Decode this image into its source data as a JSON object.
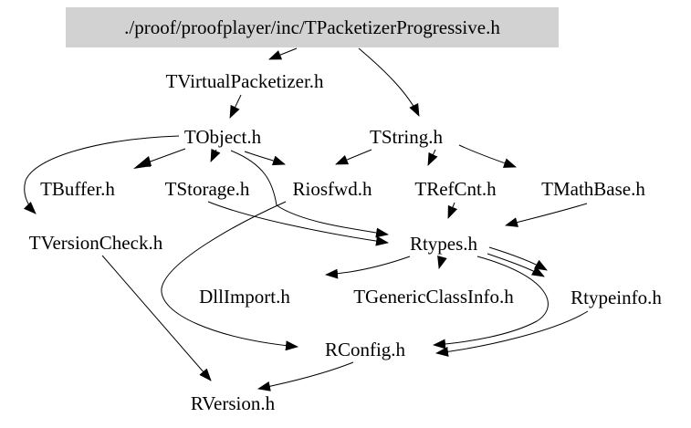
{
  "diagram": {
    "type": "include-dependency-graph",
    "background_color": "#ffffff",
    "edge_color": "#000000",
    "text_color": "#000000",
    "root_node": {
      "label": "./proof/proofplayer/inc/TPacketizerProgressive.h",
      "fill": "#d2d2d2"
    },
    "nodes": [
      {
        "id": "tvirtualpacketizer",
        "label": "TVirtualPacketizer.h"
      },
      {
        "id": "tobject",
        "label": "TObject.h"
      },
      {
        "id": "tstring",
        "label": "TString.h"
      },
      {
        "id": "tbuffer",
        "label": "TBuffer.h"
      },
      {
        "id": "tstorage",
        "label": "TStorage.h"
      },
      {
        "id": "riosfwd",
        "label": "Riosfwd.h"
      },
      {
        "id": "trefcnt",
        "label": "TRefCnt.h"
      },
      {
        "id": "tmathbase",
        "label": "TMathBase.h"
      },
      {
        "id": "tversioncheck",
        "label": "TVersionCheck.h"
      },
      {
        "id": "rtypes",
        "label": "Rtypes.h"
      },
      {
        "id": "dllimport",
        "label": "DllImport.h"
      },
      {
        "id": "tgenericclassinfo",
        "label": "TGenericClassInfo.h"
      },
      {
        "id": "rtypeinfo",
        "label": "Rtypeinfo.h"
      },
      {
        "id": "rconfig",
        "label": "RConfig.h"
      },
      {
        "id": "rversion",
        "label": "RVersion.h"
      }
    ],
    "edges": [
      {
        "id": "e1",
        "from": "./proof/proofplayer/inc/TPacketizerProgressive.h",
        "to": "TVirtualPacketizer.h"
      },
      {
        "id": "e2",
        "from": "./proof/proofplayer/inc/TPacketizerProgressive.h",
        "to": "TString.h"
      },
      {
        "id": "e3",
        "from": "TVirtualPacketizer.h",
        "to": "TObject.h"
      },
      {
        "id": "e4",
        "from": "TObject.h",
        "to": "TBuffer.h"
      },
      {
        "id": "e6",
        "from": "TObject.h",
        "to": "TStorage.h"
      },
      {
        "id": "e7",
        "from": "TObject.h",
        "to": "Riosfwd.h"
      },
      {
        "id": "e8",
        "from": "TObject.h",
        "to": "TVersionCheck.h"
      },
      {
        "id": "e9",
        "from": "TObject.h",
        "to": "Rtypes.h"
      },
      {
        "id": "e10",
        "from": "TStorage.h",
        "to": "Rtypes.h"
      },
      {
        "id": "e11",
        "from": "TString.h",
        "to": "Riosfwd.h"
      },
      {
        "id": "e12",
        "from": "TString.h",
        "to": "TRefCnt.h"
      },
      {
        "id": "e13",
        "from": "TString.h",
        "to": "TMathBase.h"
      },
      {
        "id": "e14",
        "from": "TRefCnt.h",
        "to": "Rtypes.h"
      },
      {
        "id": "e15",
        "from": "TMathBase.h",
        "to": "Rtypes.h"
      },
      {
        "id": "e16",
        "from": "Rtypes.h",
        "to": "DllImport.h"
      },
      {
        "id": "e17",
        "from": "Rtypes.h",
        "to": "TGenericClassInfo.h"
      },
      {
        "id": "e18a",
        "from": "Rtypes.h",
        "to": "Rtypeinfo.h"
      },
      {
        "id": "e18b",
        "from": "Rtypes.h",
        "to": "Rtypeinfo.h"
      },
      {
        "id": "e19a",
        "from": "Rtypes.h",
        "to": "RConfig.h"
      },
      {
        "id": "e19b",
        "from": "Rtypeinfo.h",
        "to": "RConfig.h"
      },
      {
        "id": "e20",
        "from": "Riosfwd.h",
        "to": "RConfig.h"
      },
      {
        "id": "e21",
        "from": "TVersionCheck.h",
        "to": "RVersion.h"
      },
      {
        "id": "e22",
        "from": "RConfig.h",
        "to": "RVersion.h"
      }
    ]
  }
}
